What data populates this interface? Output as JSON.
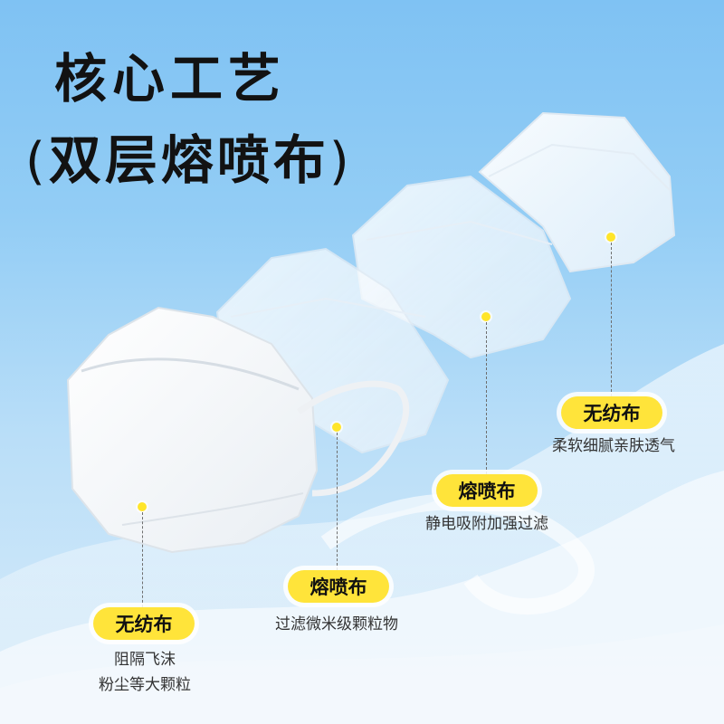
{
  "title": {
    "line1": "核心工艺",
    "line2": "双层熔喷布",
    "bracket_left": "(",
    "bracket_right": ")"
  },
  "layers": [
    {
      "label": "无纺布",
      "description": [
        "阻隔飞沫",
        "粉尘等大颗粒"
      ]
    },
    {
      "label": "熔喷布",
      "description": [
        "过滤微米级颗粒物"
      ]
    },
    {
      "label": "熔喷布",
      "description": [
        "静电吸附加强过滤"
      ]
    },
    {
      "label": "无纺布",
      "description": [
        "柔软细腻亲肤透气"
      ]
    }
  ],
  "colors": {
    "background_top": "#7fc2f3",
    "background_bottom": "#d9ecfa",
    "accent_yellow": "#ffe43a",
    "title_text": "#121212"
  }
}
